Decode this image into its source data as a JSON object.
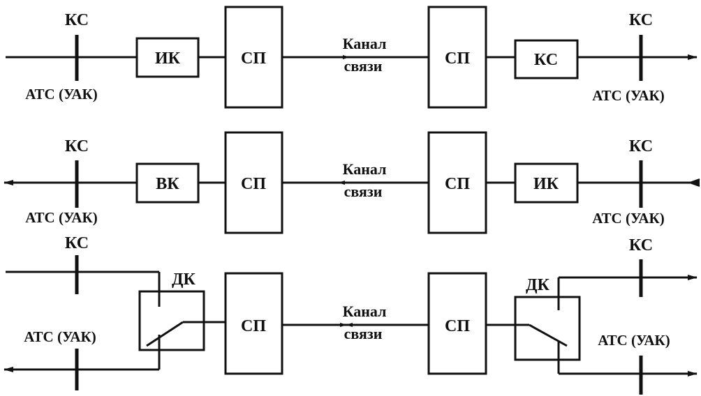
{
  "rows": [
    {
      "left_top": "КС",
      "left_bottom": "АТС (УАК)",
      "left_block": "ИК",
      "left_sp": "СП",
      "channel_1": "Канал",
      "channel_2": "связи",
      "right_sp": "СП",
      "right_block": "КС",
      "right_top": "КС",
      "right_bottom": "АТС (УАК)"
    },
    {
      "left_top": "КС",
      "left_bottom": "АТС (УАК)",
      "left_block": "ВК",
      "left_sp": "СП",
      "channel_1": "Канал",
      "channel_2": "связи",
      "right_sp": "СП",
      "right_block": "ИК",
      "right_top": "КС",
      "right_bottom": "АТС (УАК)"
    },
    {
      "left_top": "КС",
      "left_bottom": "АТС (УАК)",
      "left_block": "ДК",
      "left_sp": "СП",
      "channel_1": "Канал",
      "channel_2": "связи",
      "right_sp": "СП",
      "right_block": "ДК",
      "right_top": "КС",
      "right_bottom": "АТС (УАК)"
    }
  ]
}
